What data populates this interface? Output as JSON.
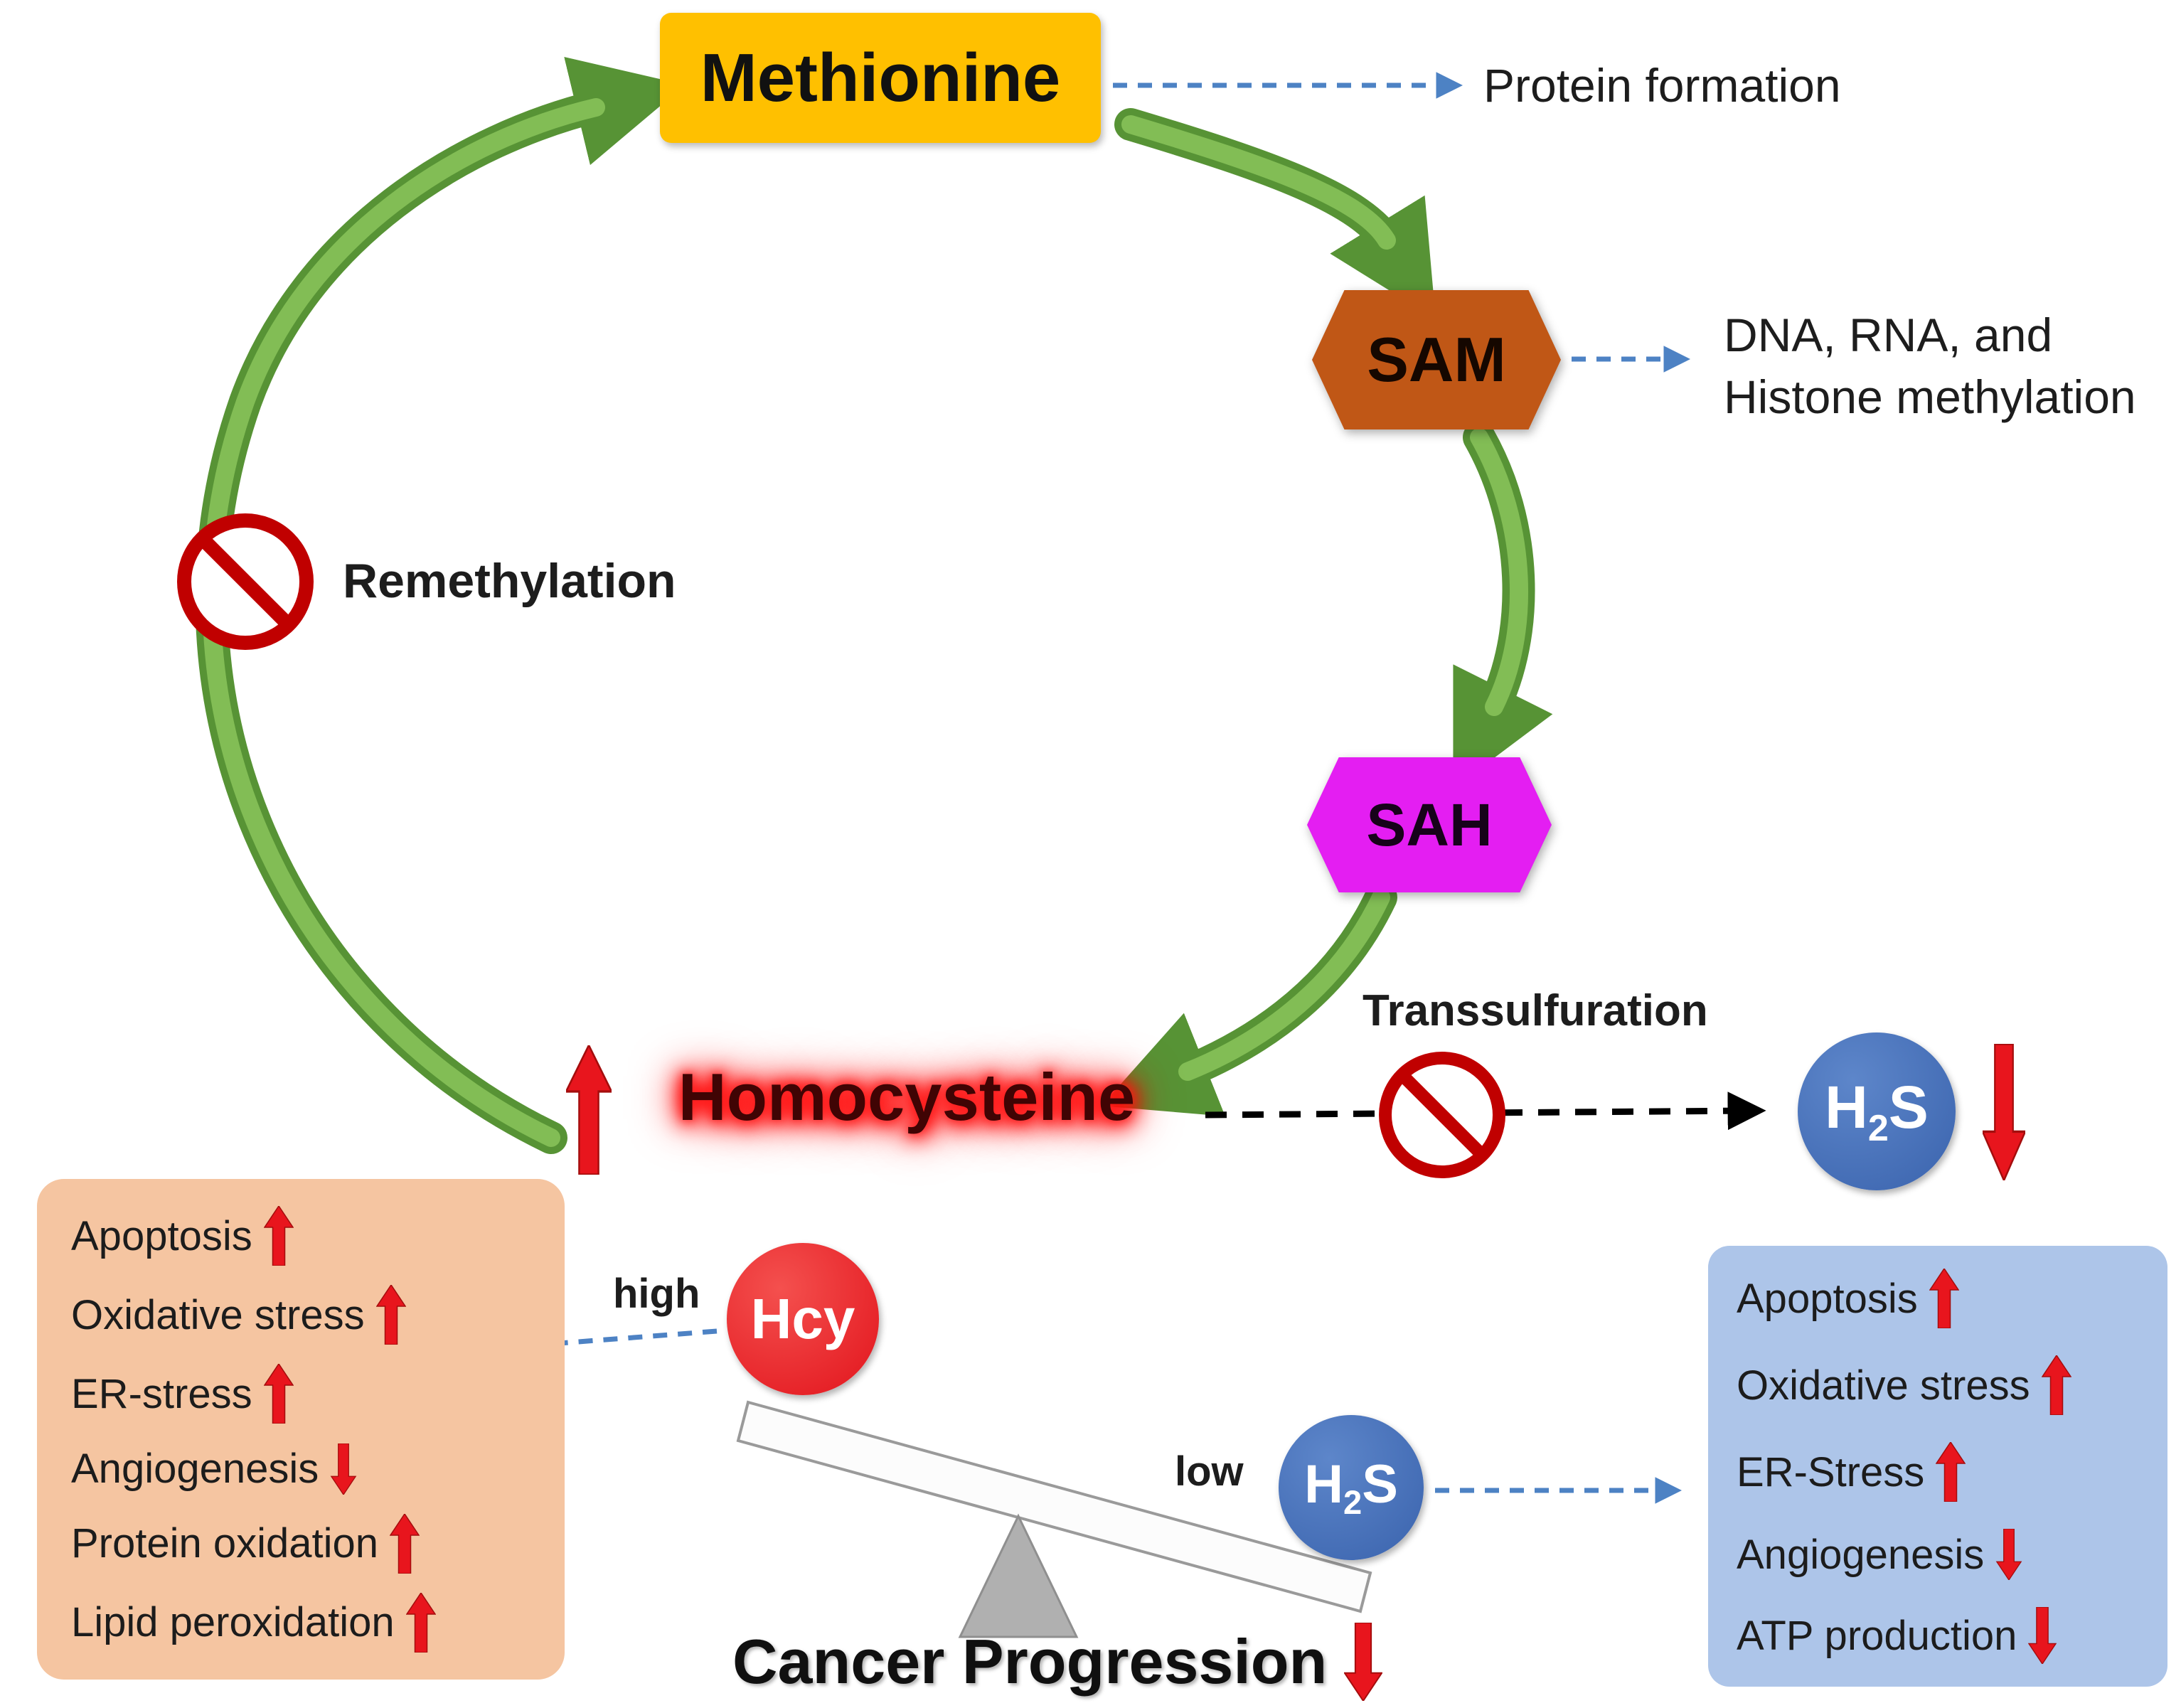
{
  "cycle": {
    "methionine": "Methionine",
    "sam": "SAM",
    "sah": "SAH",
    "homocysteine": "Homocysteine",
    "remethylation": "Remethylation",
    "transsulfuration": "Transsulfuration",
    "protein_formation": "Protein formation",
    "methylation_line1": "DNA, RNA, and",
    "methylation_line2": "Histone methylation"
  },
  "h2s": {
    "base": "H",
    "subscript": "2",
    "tail": "S"
  },
  "balance": {
    "high": "high",
    "low": "low",
    "hcy": "Hcy",
    "caption": "Cancer Progression",
    "caption_arrow": "down"
  },
  "indicators": {
    "homocysteine": "up",
    "h2s": "down"
  },
  "high_hcy_effects": [
    {
      "label": "Apoptosis",
      "arrow": "up"
    },
    {
      "label": "Oxidative stress",
      "arrow": "up"
    },
    {
      "label": "ER-stress",
      "arrow": "up"
    },
    {
      "label": "Angiogenesis",
      "arrow": "down"
    },
    {
      "label": "Protein oxidation",
      "arrow": "up"
    },
    {
      "label": "Lipid peroxidation",
      "arrow": "up"
    }
  ],
  "low_h2s_effects": [
    {
      "label": "Apoptosis",
      "arrow": "up"
    },
    {
      "label": "Oxidative stress",
      "arrow": "up"
    },
    {
      "label": "ER-Stress",
      "arrow": "up"
    },
    {
      "label": "Angiogenesis",
      "arrow": "down"
    },
    {
      "label": "ATP production",
      "arrow": "down"
    }
  ],
  "colors": {
    "methionine_fill": "#FFC000",
    "sam_fill": "#C05716",
    "sah_fill": "#E41EF2",
    "homocysteine_glow": "#FF0000",
    "cycle_arrow": "#579335",
    "h2s_fill": "#3F6AB5",
    "hcy_fill": "#E2141C",
    "high_box_fill": "#F5C5A1",
    "low_box_fill": "#ADC5E9",
    "prohibition": "#C00000",
    "dashed_blue": "#4D82C4",
    "dashed_black": "#000000",
    "red_arrow": "#E8151D"
  }
}
